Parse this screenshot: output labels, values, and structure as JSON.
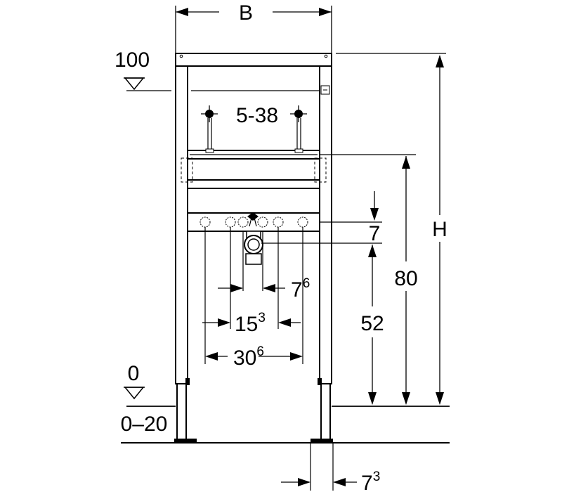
{
  "labels": {
    "width": "B",
    "height": "H",
    "top_level": "100",
    "floor_level": "0",
    "floor_range": "0–20",
    "fixing_spacing": "5-38",
    "d7": "7",
    "d80": "80",
    "d52": "52",
    "d76_base": "7",
    "d76_sup": "6",
    "d153_base": "15",
    "d153_sup": "3",
    "d306_base": "30",
    "d306_sup": "6",
    "d73_base": "7",
    "d73_sup": "3"
  },
  "colors": {
    "line": "#000000",
    "background": "#ffffff"
  }
}
